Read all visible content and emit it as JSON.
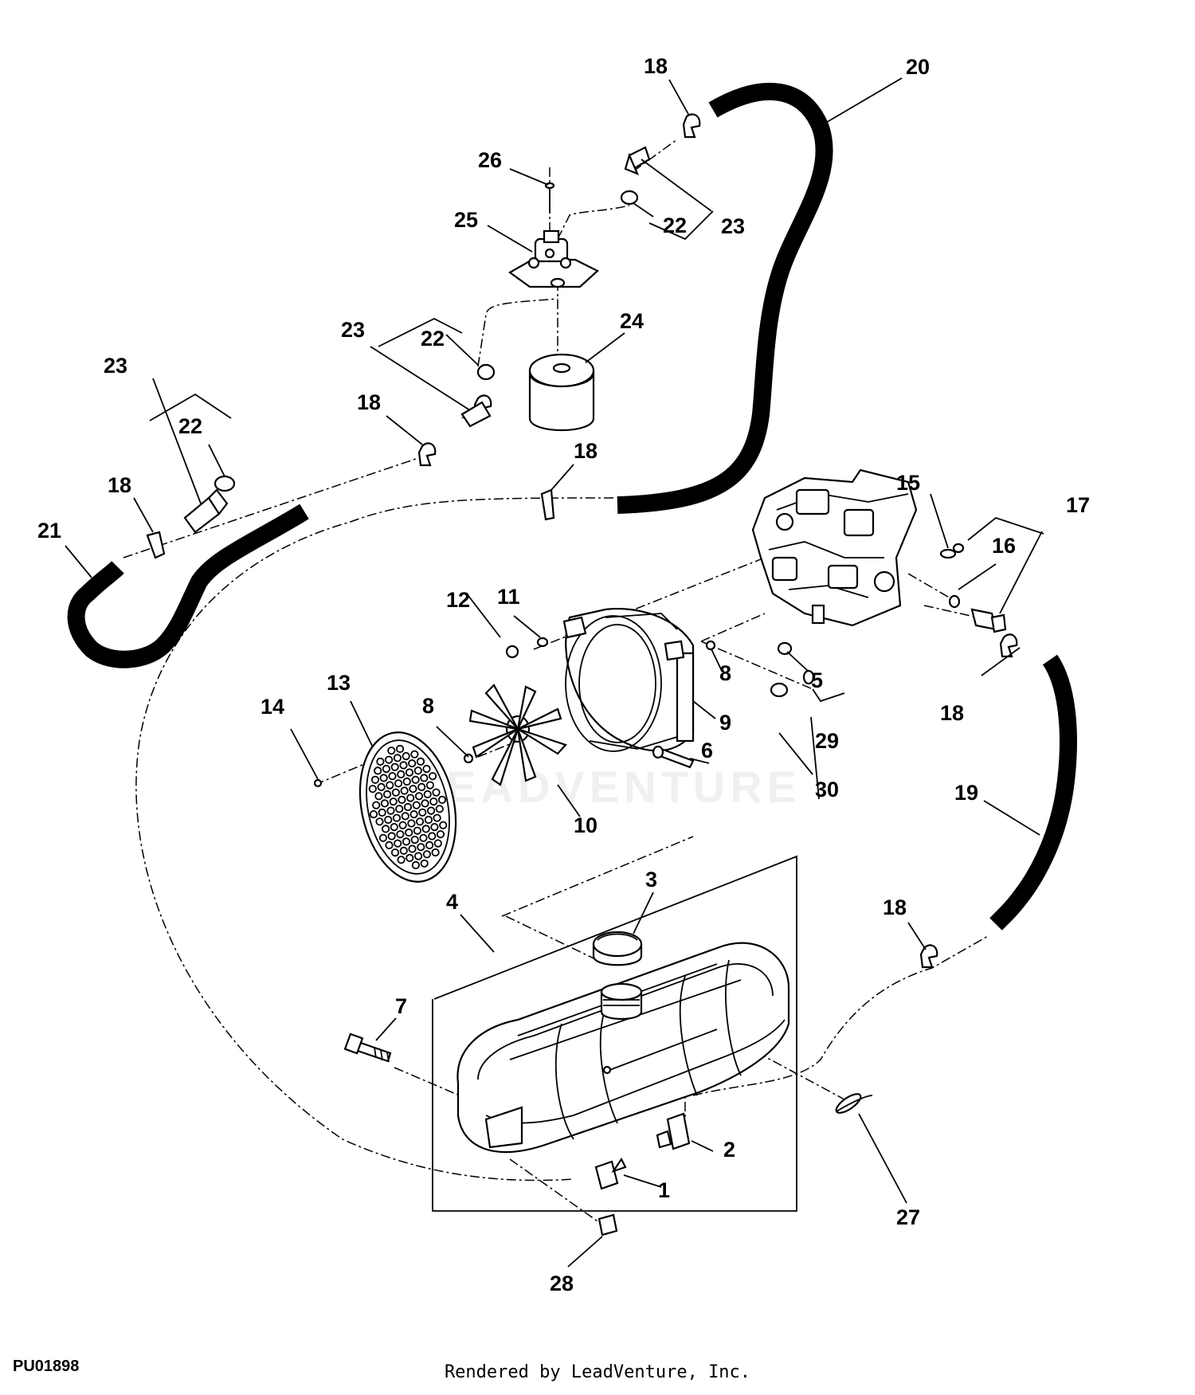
{
  "figure_id": "PU01898",
  "render_credit": "Rendered by LeadVenture, Inc.",
  "watermark_text": "LEADVENTURE",
  "callouts": {
    "c1": "1",
    "c2": "2",
    "c3": "3",
    "c4": "4",
    "c5": "5",
    "c6": "6",
    "c7": "7",
    "c8a": "8",
    "c8b": "8",
    "c9": "9",
    "c10": "10",
    "c11": "11",
    "c12": "12",
    "c13": "13",
    "c14": "14",
    "c15": "15",
    "c16": "16",
    "c17": "17",
    "c18a": "18",
    "c18b": "18",
    "c18c": "18",
    "c18d": "18",
    "c18e": "18",
    "c18f": "18",
    "c19": "19",
    "c20": "20",
    "c21": "21",
    "c22a": "22",
    "c22b": "22",
    "c22c": "22",
    "c23a": "23",
    "c23b": "23",
    "c23c": "23",
    "c24": "24",
    "c25": "25",
    "c26": "26",
    "c27": "27",
    "c28": "28",
    "c29": "29",
    "c30": "30"
  }
}
